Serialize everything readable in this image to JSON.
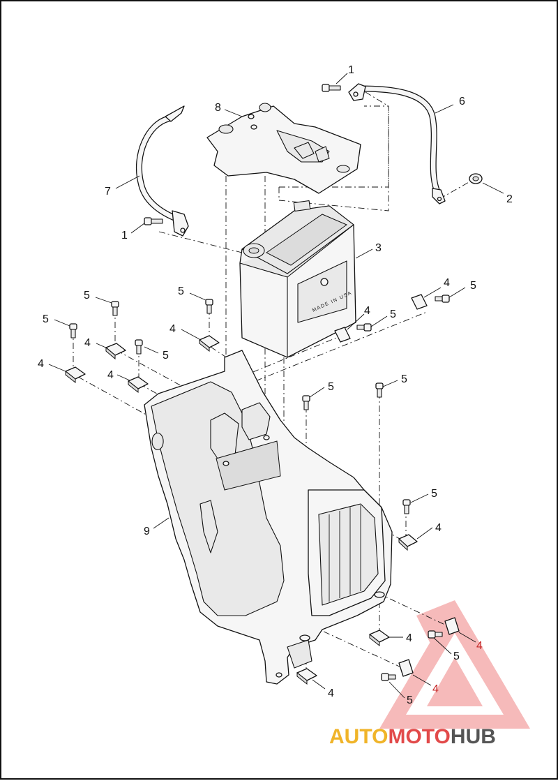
{
  "callouts": {
    "c1a": "1",
    "c1b": "1",
    "c2": "2",
    "c3": "3",
    "c4a": "4",
    "c4b": "4",
    "c4c": "4",
    "c4d": "4",
    "c4e": "4",
    "c4f": "4",
    "c4g": "4",
    "c4h": "4",
    "c4i": "4",
    "c4j": "4",
    "c4k": "4",
    "c5a": "5",
    "c5b": "5",
    "c5c": "5",
    "c5d": "5",
    "c5e": "5",
    "c5f": "5",
    "c5g": "5",
    "c5h": "5",
    "c5i": "5",
    "c5j": "5",
    "c5k": "5",
    "c6": "6",
    "c7": "7",
    "c8": "8",
    "c9": "9"
  },
  "battery_label": "MADE IN USA",
  "watermark": {
    "part1": "AUTO",
    "part2": "MOTO",
    "part3": "HUB",
    "color1": "#f0b429",
    "color2": "#e24a4a",
    "color3": "#555555"
  }
}
